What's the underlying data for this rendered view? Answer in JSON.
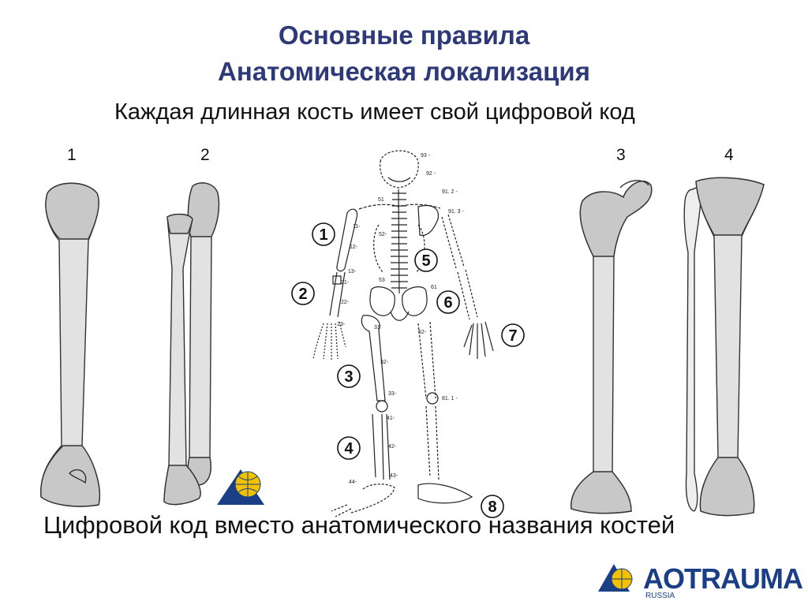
{
  "slide": {
    "title_line1": "Основные правила",
    "title_line2": "Анатомическая локализация",
    "subtitle": "Каждая длинная кость имеет свой цифровой код",
    "bottom_text": "Цифровой код вместо анатомического названия костей"
  },
  "bone_numbers": [
    "1",
    "2",
    "3",
    "4"
  ],
  "skeleton": {
    "region_labels": [
      "1",
      "2",
      "3",
      "4",
      "5",
      "6",
      "7",
      "8"
    ],
    "segment_codes": [
      "93 -",
      "92 -",
      "91. 2 -",
      "91. 3 -",
      "51",
      "11-",
      "12-",
      "52-",
      "13-",
      "21-",
      "22-",
      "23-",
      "53",
      "61",
      "31",
      "62-",
      "32-",
      "33-",
      "41-",
      "42-",
      "43-",
      "44-",
      "81. 1 -"
    ]
  },
  "brand": {
    "name_ao": "AO",
    "name_trauma": "TRAUMA",
    "sub": "RUSSIA"
  },
  "colors": {
    "title": "#2e3a78",
    "bone_fill": "#c8c8c8",
    "bone_shaft": "#e2e2e2",
    "brand_blue": "#1b3f86",
    "globe_yellow": "#f2c200"
  }
}
